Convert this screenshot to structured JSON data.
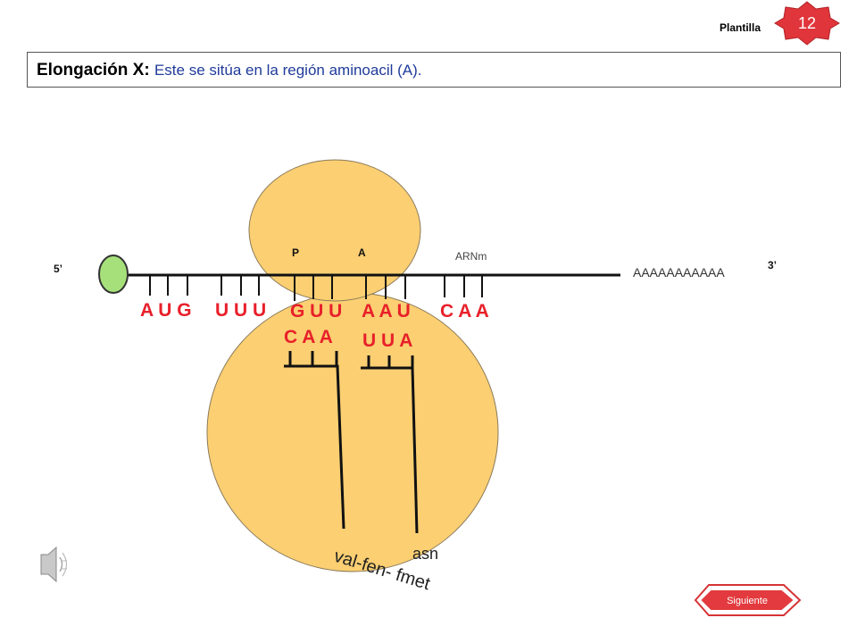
{
  "header": {
    "plantilla_label": "Plantilla",
    "page_number": "12"
  },
  "title": {
    "bold": "Elongación X:",
    "rest": "Este se sitúa en la región aminoacil (A)."
  },
  "diagram": {
    "site_p": "P",
    "site_a": "A",
    "mrna_label": "ARNm",
    "five_prime": "5’",
    "three_prime": "3’",
    "poly_a": "AAAAAAAAAAA",
    "codons": [
      {
        "text": "A U G",
        "color": "#e8202a"
      },
      {
        "text": "U U  U",
        "color": "#e8202a"
      },
      {
        "text": "G U U",
        "color": "#e8202a"
      },
      {
        "text": "A A U",
        "color": "#e8202a"
      },
      {
        "text": "C A  A",
        "color": "#e8202a"
      }
    ],
    "anticodons": [
      {
        "text": "C  A  A",
        "color": "#e8202a"
      },
      {
        "text": "U U  A",
        "color": "#e8202a"
      }
    ],
    "peptide_label": "val-fen- fmet",
    "aminoacid_label": "asn",
    "ribosome_color": "#fbcf72",
    "cap_color": "#a6e07a"
  },
  "nav": {
    "next_label": "Siguiente"
  }
}
